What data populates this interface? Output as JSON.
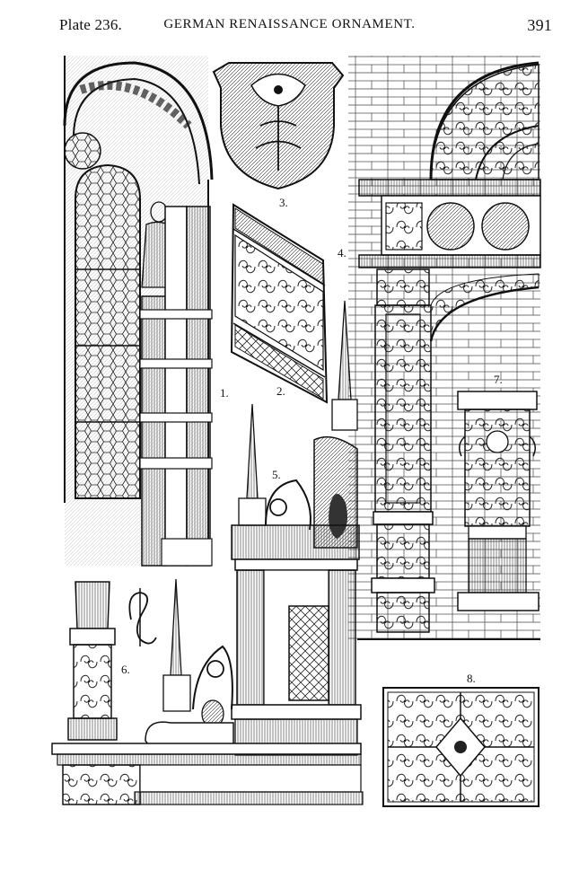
{
  "header": {
    "plate_label": "Plate 236.",
    "title": "GERMAN RENAISSANCE ORNAMENT.",
    "page_number": "391"
  },
  "figure_labels": {
    "fig1": "1.",
    "fig2": "2.",
    "fig3": "3.",
    "fig4": "4.",
    "fig5": "5.",
    "fig6": "6.",
    "fig7": "7.",
    "fig8": "8."
  },
  "colors": {
    "ink": "#111111",
    "paper": "#ffffff",
    "shade": "#555555"
  }
}
